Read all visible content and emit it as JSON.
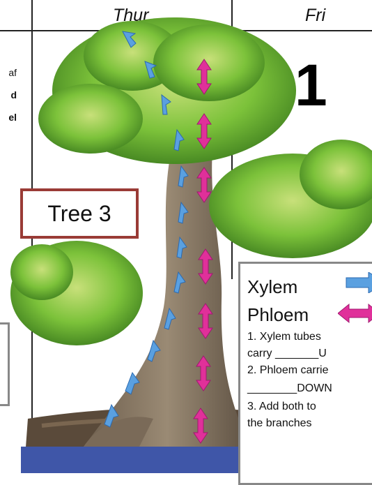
{
  "header": {
    "day_thur": "Thur",
    "day_fri": "Fri"
  },
  "left_fragments": [
    "af",
    "d",
    "el"
  ],
  "number": "1",
  "tree_label": "Tree 3",
  "legend": {
    "xylem": "Xylem",
    "phloem": "Phloem",
    "q1_a": "1. Xylem tubes",
    "q1_b": "carry _______U",
    "q2_a": "2. Phloem carrie",
    "q2_b": "________DOWN",
    "q3_a": "3. Add both to",
    "q3_b": "  the branches"
  },
  "colors": {
    "xylem_arrow": "#5aa0e0",
    "phloem_arrow": "#e0309a",
    "label_border": "#9a3b36",
    "foliage": "#7cc23a",
    "trunk": "#8a7a66"
  }
}
